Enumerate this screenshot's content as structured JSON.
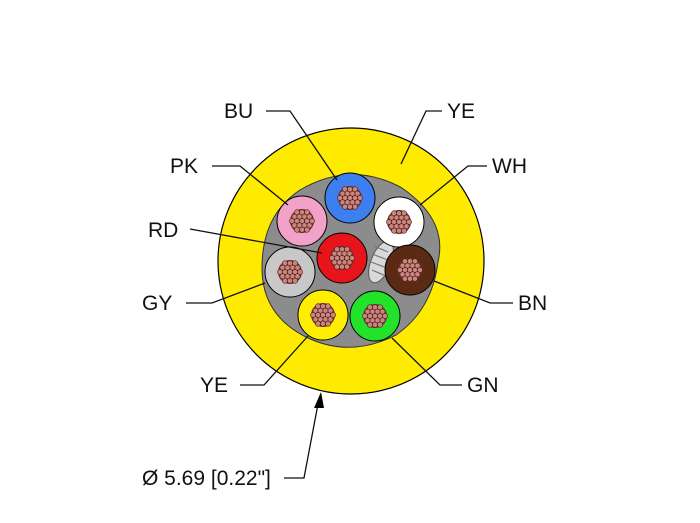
{
  "colors": {
    "jacket": "#ffeb00",
    "filler": "#8c8c8c",
    "strand": "#c9867d",
    "outline": "#000000"
  },
  "labels": {
    "BU": "BU",
    "YE_top": "YE",
    "PK": "PK",
    "WH": "WH",
    "RD": "RD",
    "GY": "GY",
    "BN": "BN",
    "YE_bottom": "YE",
    "GN": "GN"
  },
  "conductors": [
    {
      "code": "BU",
      "color": "#3d7ef0"
    },
    {
      "code": "PK",
      "color": "#f2a1c8"
    },
    {
      "code": "WH",
      "color": "#ffffff"
    },
    {
      "code": "RD",
      "color": "#e8141b"
    },
    {
      "code": "GY",
      "color": "#c8c8c8"
    },
    {
      "code": "BN",
      "color": "#5a2a12"
    },
    {
      "code": "YE",
      "color": "#ffee00"
    },
    {
      "code": "GN",
      "color": "#22e22a"
    }
  ],
  "dimension": {
    "text": "Ø 5.69 [0.22\"]"
  }
}
